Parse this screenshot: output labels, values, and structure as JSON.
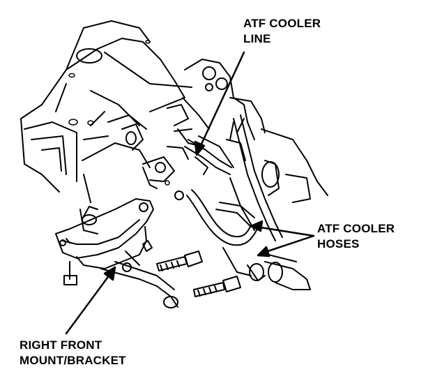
{
  "callouts": {
    "atf_cooler_line": {
      "line1": "ATF COOLER",
      "line2": "LINE"
    },
    "atf_cooler_hoses": {
      "line1": "ATF COOLER",
      "line2": "HOSES"
    },
    "right_front_mount": {
      "line1": "RIGHT FRONT",
      "line2": "MOUNT/BRACKET"
    }
  },
  "colors": {
    "ink": "#000000",
    "paper": "#ffffff"
  }
}
